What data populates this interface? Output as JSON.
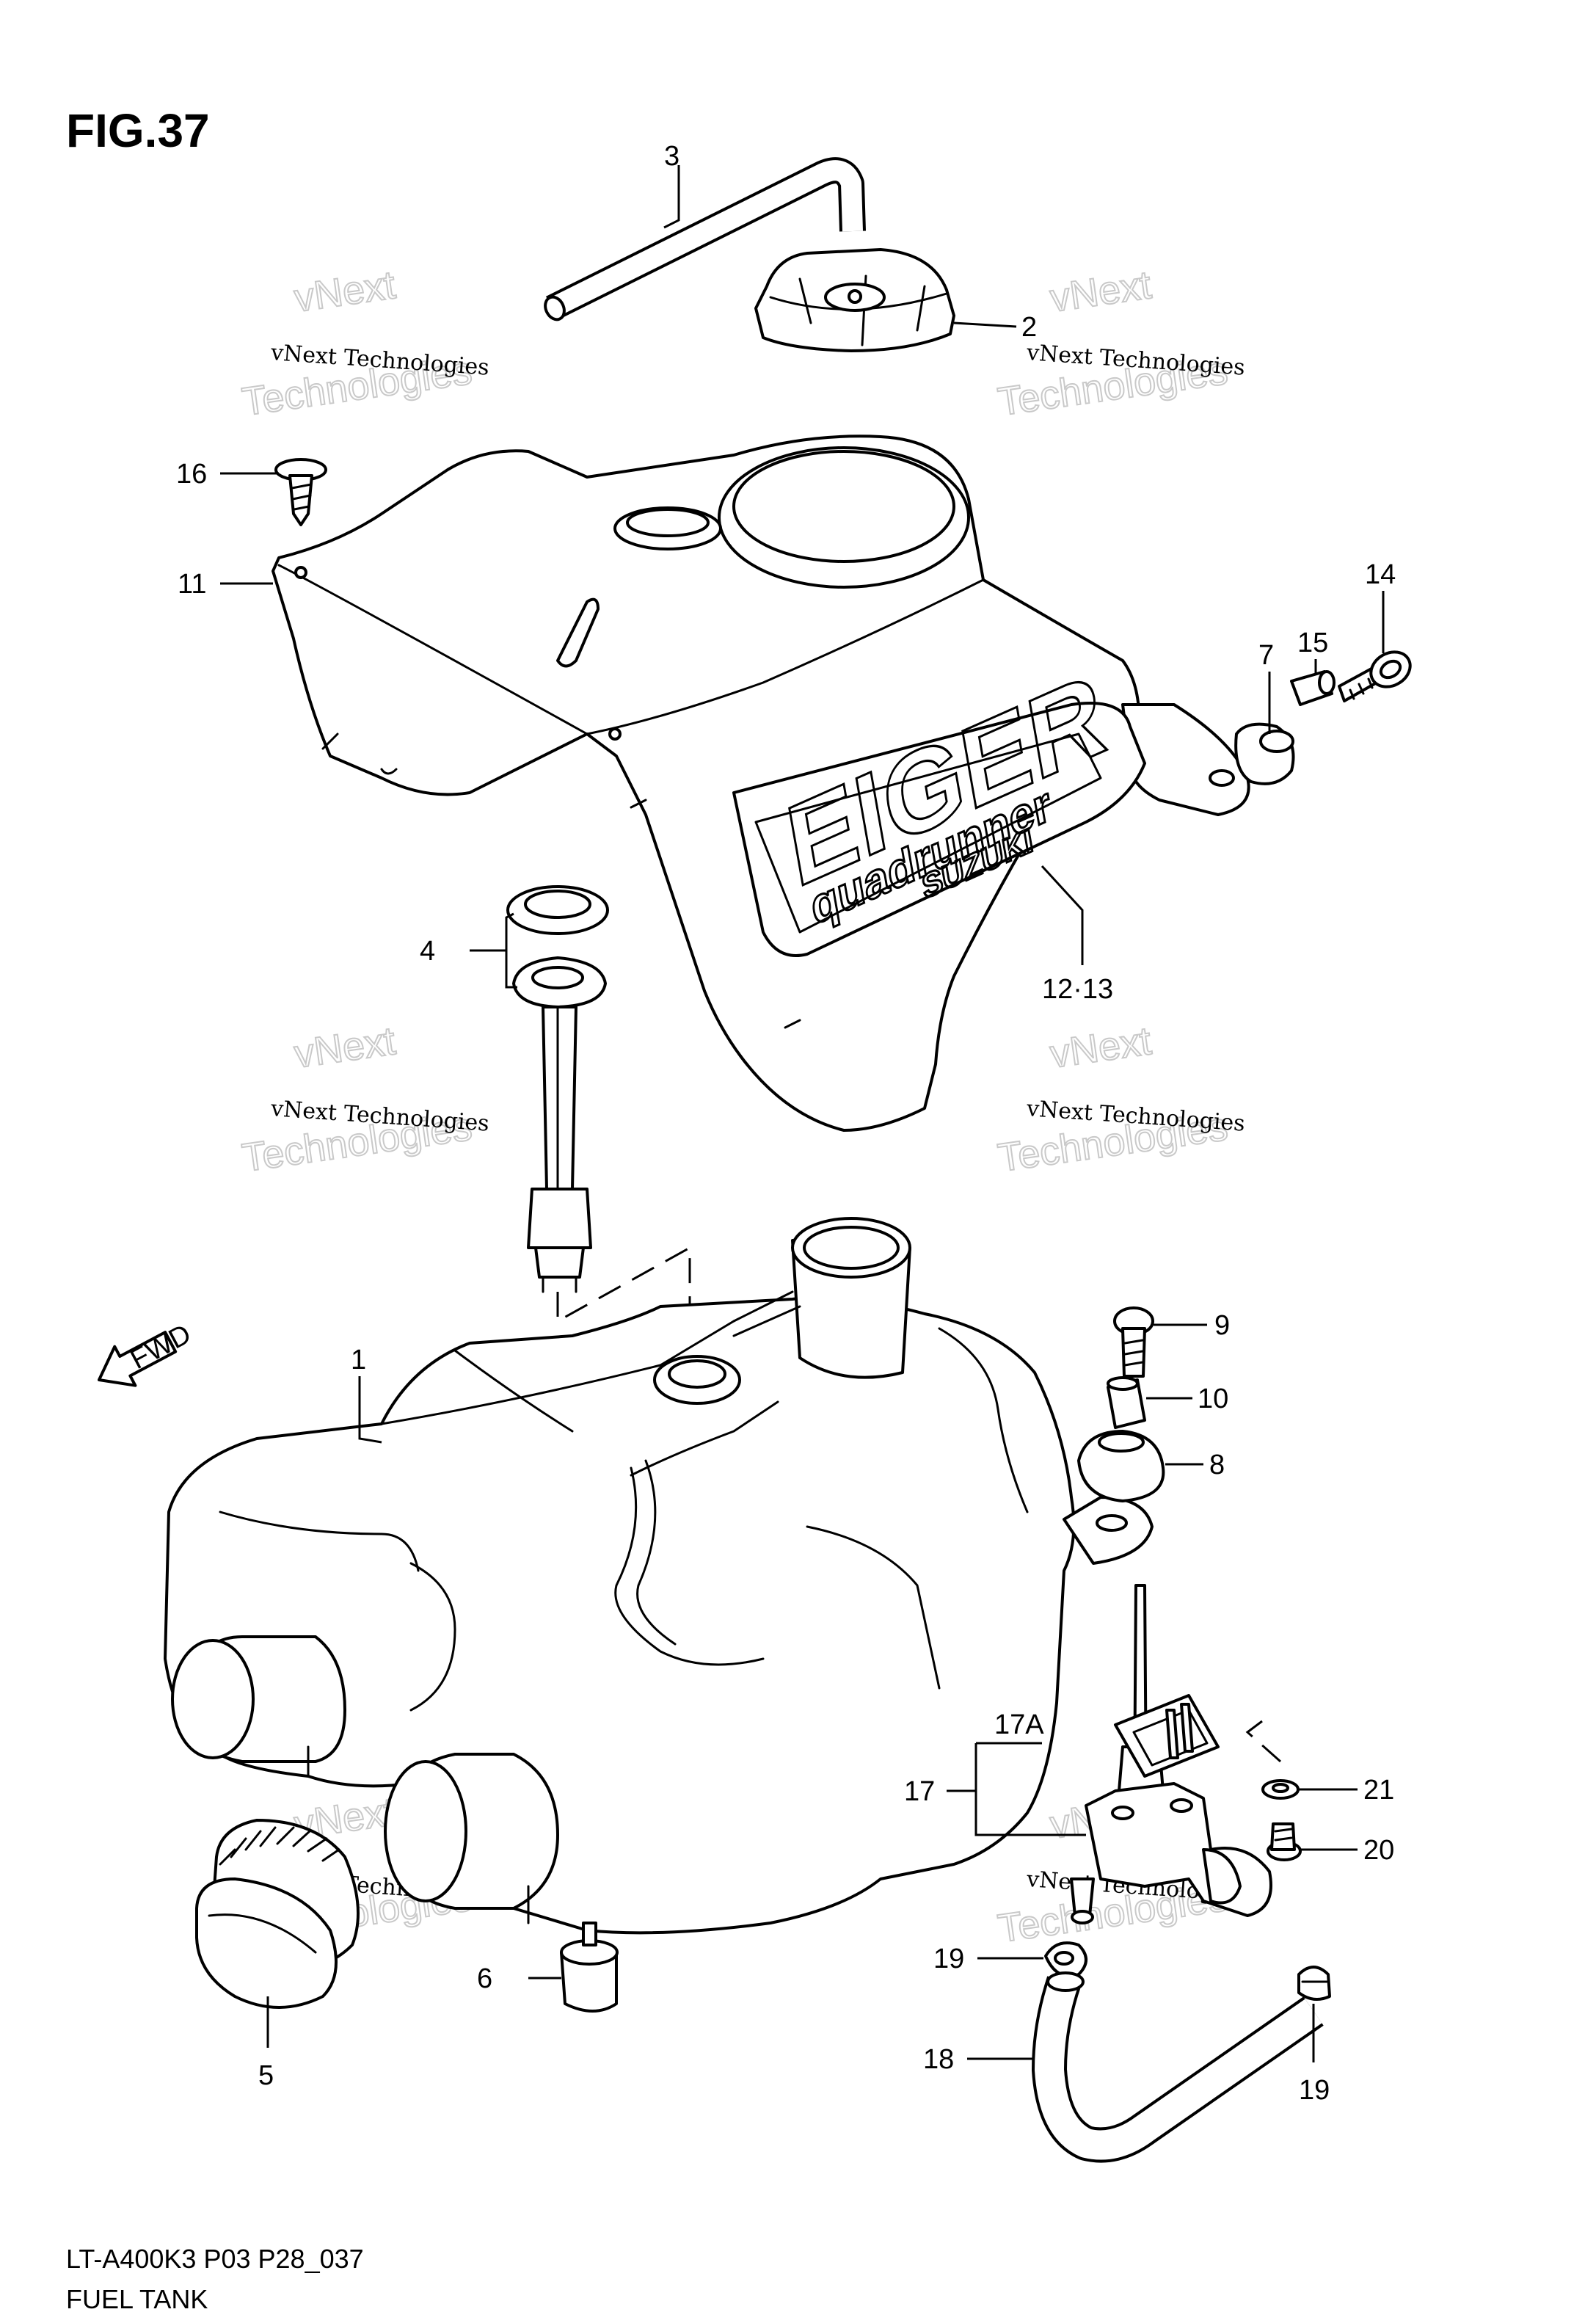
{
  "figure": {
    "title": "FIG.37",
    "model_code": "LT-A400K3 P03 P28_037",
    "caption": "FUEL TANK"
  },
  "brand": {
    "model_name": "EIGER",
    "sub_name": "quadrunner",
    "maker": "SUZUKI"
  },
  "arrow": {
    "label": "FWD"
  },
  "watermark": {
    "line1": "vNext Technologies",
    "line2": "vNext",
    "line3": "Technologies"
  },
  "callouts": {
    "c1": "1",
    "c2": "2",
    "c3": "3",
    "c4": "4",
    "c5": "5",
    "c6": "6",
    "c7": "7",
    "c8": "8",
    "c9": "9",
    "c10": "10",
    "c11": "11",
    "c12_13": "12·13",
    "c14": "14",
    "c15": "15",
    "c16": "16",
    "c17": "17",
    "c17a": "17A",
    "c18": "18",
    "c19a": "19",
    "c19b": "19",
    "c20": "20",
    "c21": "21"
  }
}
